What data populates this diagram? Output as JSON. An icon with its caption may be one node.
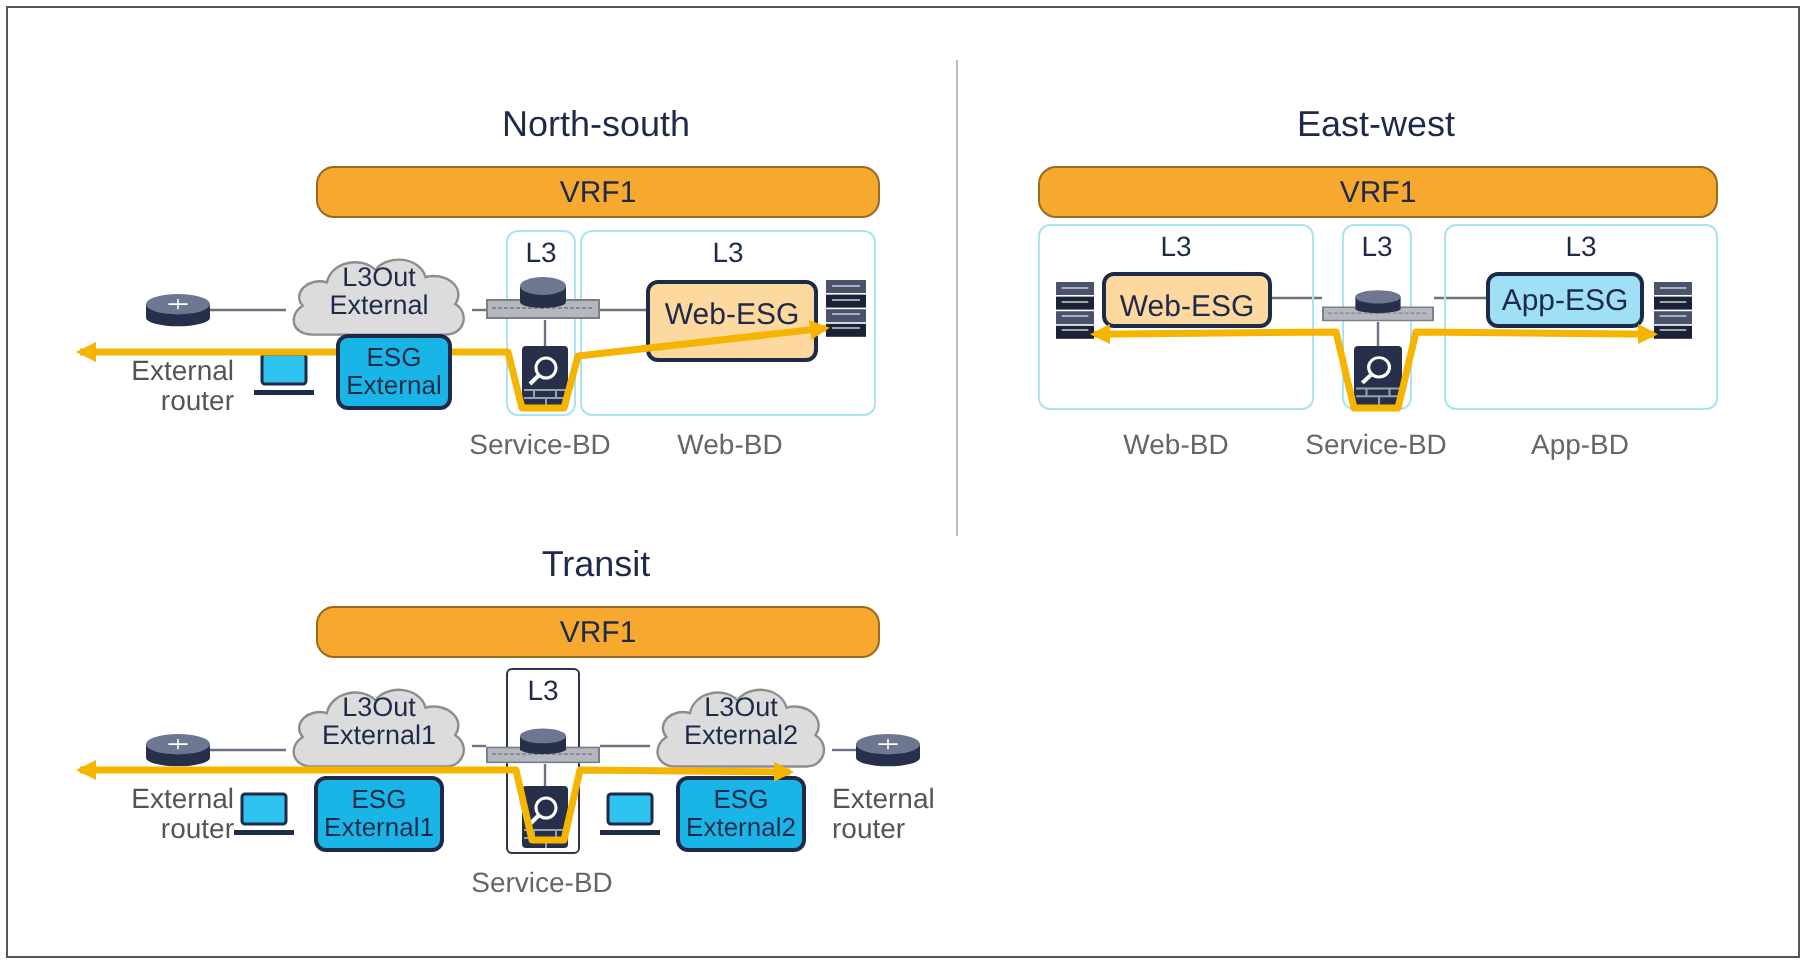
{
  "diagram": {
    "nodes": [
      {
        "text": [
          "VRF1"
        ]
      },
      {
        "text": [
          "L3"
        ],
        "beside": [
          "Service-BD"
        ]
      },
      {
        "text": [
          "L3"
        ],
        "beside": [
          "Web-BD"
        ]
      },
      {
        "text": [
          "Web-ESG"
        ],
        "in": 2
      },
      {
        "text": [
          "L3Out External"
        ]
      },
      {
        "text": [
          "ESG External"
        ]
      },
      {
        "text": [],
        "shape": "router"
      },
      {
        "text": [],
        "shape": "switch"
      },
      {
        "text": [],
        "shape": "firewall",
        "in": 1
      },
      {
        "text": [],
        "shape": "server",
        "in": 2
      },
      {
        "text": [
          "VRF1"
        ]
      },
      {
        "text": [
          "L3"
        ],
        "beside": [
          "Web-BD"
        ]
      },
      {
        "text": [
          "L3"
        ],
        "beside": [
          "Service-BD"
        ]
      },
      {
        "text": [
          "L3"
        ],
        "beside": [
          "App-BD"
        ]
      },
      {
        "text": [
          "Web-ESG"
        ],
        "in": 11
      },
      {
        "text": [
          "App-ESG"
        ],
        "in": 13
      },
      {
        "text": [],
        "shape": "server",
        "in": 11
      },
      {
        "text": [],
        "shape": "switch"
      },
      {
        "text": [],
        "shape": "firewall",
        "in": 12
      },
      {
        "text": [],
        "shape": "server",
        "in": 13
      },
      {
        "text": [
          "VRF1"
        ]
      },
      {
        "text": [
          "L3"
        ],
        "beside": [
          "Service-BD"
        ]
      },
      {
        "text": [
          "L3Out External1"
        ]
      },
      {
        "text": [
          "ESG External1"
        ]
      },
      {
        "text": [
          "L3Out External2"
        ]
      },
      {
        "text": [
          "ESG External2"
        ]
      },
      {
        "text": [],
        "shape": "router"
      },
      {
        "text": [],
        "shape": "switch"
      },
      {
        "text": [],
        "shape": "firewall",
        "in": 21
      },
      {
        "text": [],
        "shape": "router"
      }
    ],
    "edges": [
      {
        "from": 6,
        "to": 4,
        "arrow": "none"
      },
      {
        "from": 4,
        "to": 7,
        "arrow": "none"
      },
      {
        "from": 7,
        "to": 3,
        "arrow": "none"
      },
      {
        "from": 7,
        "to": 8,
        "arrow": "none"
      },
      {
        "from": null,
        "to": 9,
        "arrow": "both",
        "style": "thick",
        "color": "#f5b400"
      },
      {
        "from": 14,
        "to": 17,
        "arrow": "none"
      },
      {
        "from": 17,
        "to": 15,
        "arrow": "none"
      },
      {
        "from": 17,
        "to": 18,
        "arrow": "none"
      },
      {
        "from": 16,
        "to": 19,
        "arrow": "both",
        "style": "thick",
        "color": "#f5b400"
      },
      {
        "from": 26,
        "to": 22,
        "arrow": "none"
      },
      {
        "from": 22,
        "to": 27,
        "arrow": "none"
      },
      {
        "from": 27,
        "to": 24,
        "arrow": "none"
      },
      {
        "from": 24,
        "to": 29,
        "arrow": "none"
      },
      {
        "from": 27,
        "to": 28,
        "arrow": "none"
      },
      {
        "from": null,
        "to": 24,
        "arrow": "both",
        "style": "thick",
        "color": "#f5b400"
      }
    ],
    "labels": [
      "North-south",
      "East-west",
      "External router",
      "Transit",
      "External router",
      "External router"
    ]
  }
}
